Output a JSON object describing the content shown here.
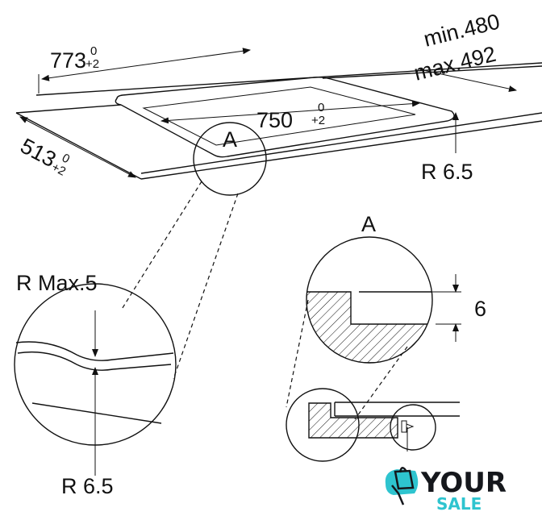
{
  "dimensions": {
    "width_773": {
      "value": "773",
      "tol_upper": "0",
      "tol_lower": "+2"
    },
    "width_750": {
      "value": "750",
      "tol_upper": "0",
      "tol_lower": "+2"
    },
    "depth_513": {
      "value": "513",
      "tol_upper": "0",
      "tol_lower": "+2"
    },
    "thickness_min": "min.480",
    "thickness_max": "max.492",
    "corner_radius": "R 6.5",
    "detail_label_top": "A",
    "detail_label_right": "A",
    "radius_max": "R Max.5",
    "radius_bottom": "R 6.5",
    "depth_6": "6"
  },
  "logo": {
    "line1": "YOUR",
    "line2": "SALE",
    "accent_color": "#2ec4cf",
    "dark_color": "#15171c"
  }
}
